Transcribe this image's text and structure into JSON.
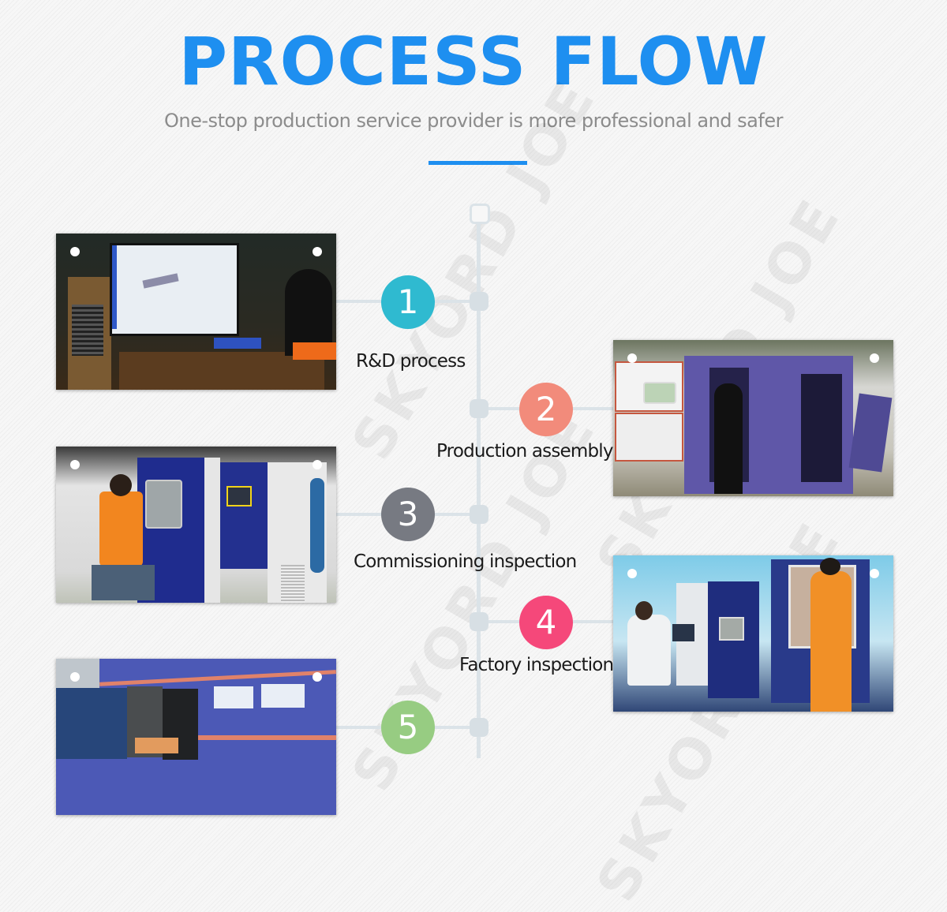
{
  "header": {
    "title": "PROCESS FLOW",
    "subtitle": "One-stop production service provider is more professional and safer"
  },
  "watermark": "SKYORD JOE",
  "colors": {
    "accent": "#1e8ff0",
    "line": "#dbe3e8"
  },
  "steps": [
    {
      "number": "1",
      "label": "R&D process",
      "color": "#2fbad0",
      "photo": "engineer working at computer with CAD software"
    },
    {
      "number": "2",
      "label": "Production assembly",
      "color": "#f28b7b",
      "photo": "worker assembling purple test chamber"
    },
    {
      "number": "3",
      "label": "Commissioning inspection",
      "color": "#777a82",
      "photo": "worker commissioning blue environmental test chamber"
    },
    {
      "number": "4",
      "label": "Factory inspection",
      "color": "#f5487a",
      "photo": "inspectors testing chambers in lab"
    },
    {
      "number": "5",
      "label": "",
      "color": "#97cc82",
      "photo": "loading shipping container in front of factory building"
    }
  ]
}
